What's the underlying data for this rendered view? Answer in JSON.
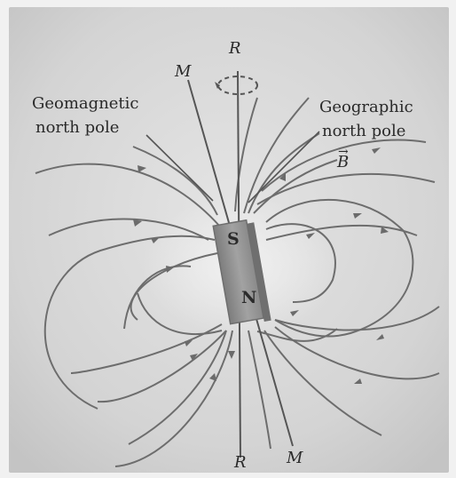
{
  "labels": {
    "geomagnetic_line1": "Geomagnetic",
    "geomagnetic_line2": "north pole",
    "geographic_line1": "Geographic",
    "geographic_line2": "north pole",
    "b_field": "B",
    "axis_m_top": "M",
    "axis_r_top": "R",
    "axis_r_bottom": "R",
    "axis_m_bottom": "M",
    "magnet_south": "S",
    "magnet_north": "N"
  },
  "colors": {
    "background": "#f1f1f1",
    "panel": "#d8d8d8",
    "field_lines": "#6a6a6a",
    "axis_lines": "#5a5a5a",
    "magnet": "#909090",
    "text": "#2a2a2a"
  }
}
